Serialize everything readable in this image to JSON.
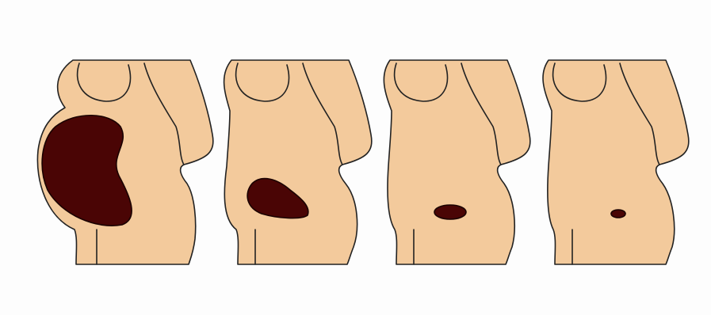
{
  "illustration": {
    "colors": {
      "background": "#fdfdfd",
      "skin": "#f3ca9c",
      "uterus": "#4a0505",
      "outline": "#222222"
    },
    "stages": [
      {
        "uterus_size": "large"
      },
      {
        "uterus_size": "medium"
      },
      {
        "uterus_size": "small"
      },
      {
        "uterus_size": "tiny"
      }
    ]
  }
}
